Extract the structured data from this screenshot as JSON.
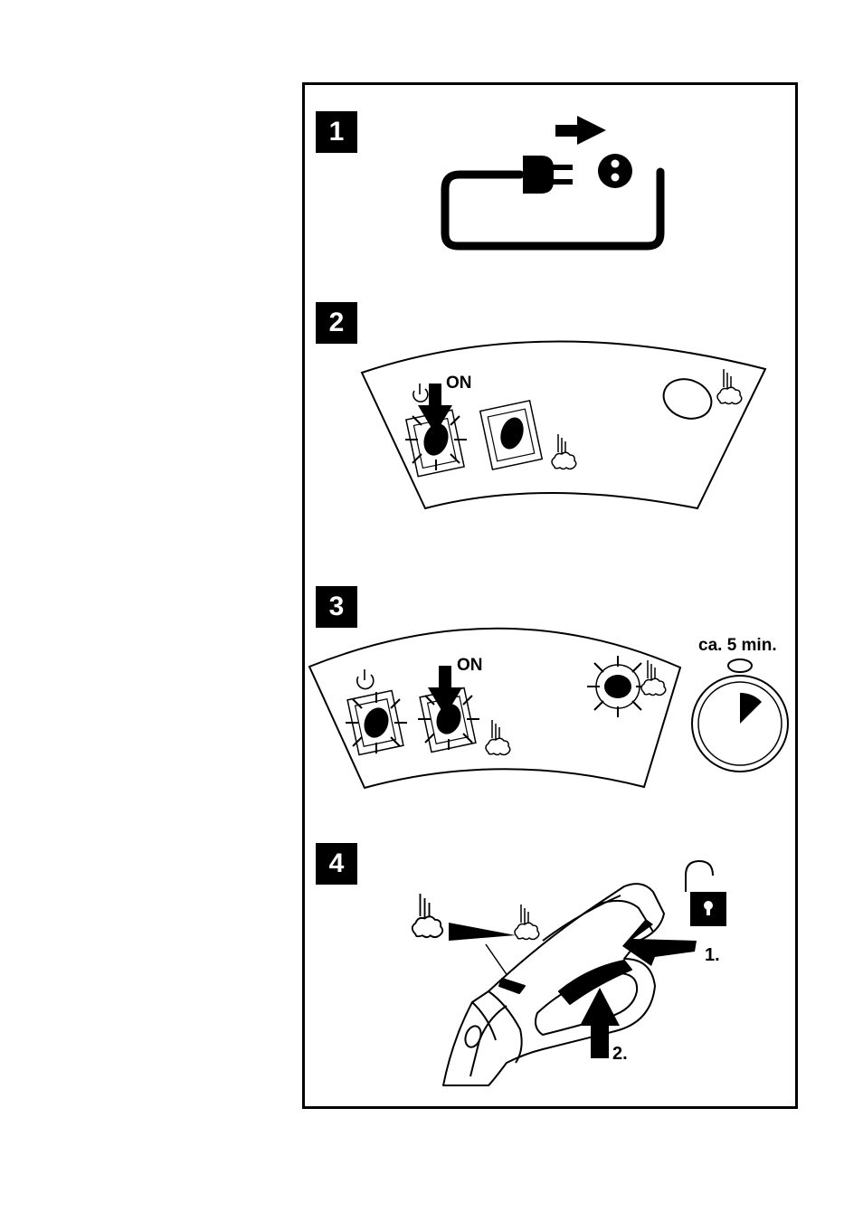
{
  "steps": [
    {
      "number": "1"
    },
    {
      "number": "2",
      "on_label": "ON"
    },
    {
      "number": "3",
      "on_label": "ON",
      "timer_label": "ca. 5 min."
    },
    {
      "number": "4",
      "callout_1": "1.",
      "callout_2": "2."
    }
  ],
  "icons": {
    "step1": [
      "plug-icon",
      "socket-icon",
      "arrow-right-icon",
      "cable-icon"
    ],
    "step2": [
      "control-panel-icon",
      "power-symbol-icon",
      "press-arrow-icon",
      "blinking-button-icon",
      "steam-button-icon",
      "steam-icon",
      "oval-button-icon"
    ],
    "step3": [
      "control-panel-icon",
      "blinking-button-icon",
      "press-arrow-icon",
      "steam-icon",
      "blinking-indicator-icon",
      "stopwatch-icon"
    ],
    "step4": [
      "steam-gun-icon",
      "steam-strength-icon",
      "unlock-padlock-icon",
      "arrow-icon"
    ]
  },
  "timer_fraction": 0.125,
  "colors": {
    "ink": "#000000",
    "paper": "#ffffff"
  }
}
